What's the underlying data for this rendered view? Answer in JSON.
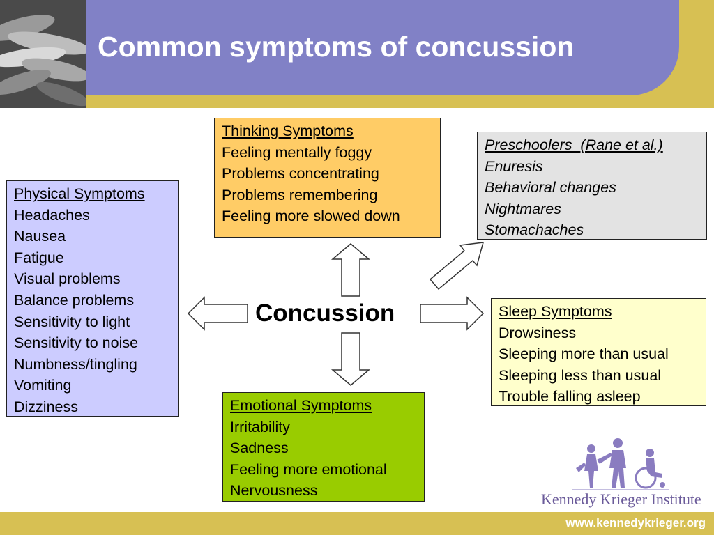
{
  "title": "Common symptoms of concussion",
  "center": "Concussion",
  "boxes": {
    "physical": {
      "heading": "Physical Symptoms",
      "items": [
        "Headaches",
        "Nausea",
        "Fatigue",
        "Visual problems",
        "Balance problems",
        "Sensitivity to light",
        "Sensitivity to noise",
        "Numbness/tingling",
        "Vomiting",
        "Dizziness"
      ]
    },
    "thinking": {
      "heading": "Thinking Symptoms",
      "items": [
        "Feeling mentally foggy",
        "Problems concentrating",
        "Problems remembering",
        "Feeling more slowed down"
      ]
    },
    "preschool": {
      "heading": "Preschoolers  (Rane et al.)",
      "items": [
        "Enuresis",
        "Behavioral changes",
        "Nightmares",
        "Stomachaches"
      ]
    },
    "sleep": {
      "heading": "Sleep Symptoms",
      "items": [
        "Drowsiness",
        "Sleeping more than usual",
        "Sleeping less than usual",
        "Trouble falling asleep"
      ]
    },
    "emotional": {
      "heading": "Emotional Symptoms",
      "items": [
        "Irritability",
        "Sadness",
        "Feeling more emotional",
        "Nervousness"
      ]
    }
  },
  "logo_text": "Kennedy Krieger Institute",
  "url": "www.kennedykrieger.org",
  "colors": {
    "header": "#8181c6",
    "gold": "#d7c053",
    "physical": "#ccccff",
    "thinking": "#ffcc66",
    "preschool": "#e3e3e3",
    "sleep": "#ffffcc",
    "emotional": "#99cc00",
    "logo": "#8a7cc0"
  }
}
